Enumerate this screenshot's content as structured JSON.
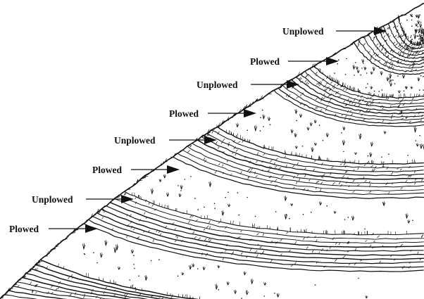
{
  "diagram": {
    "labels": [
      {
        "text": "Unplowed",
        "kind": "unplowed"
      },
      {
        "text": "Plowed",
        "kind": "plowed"
      },
      {
        "text": "Unplowed",
        "kind": "unplowed"
      },
      {
        "text": "Plowed",
        "kind": "plowed"
      },
      {
        "text": "Unplowed",
        "kind": "unplowed"
      },
      {
        "text": "Plowed",
        "kind": "plowed"
      },
      {
        "text": "Unplowed",
        "kind": "unplowed"
      },
      {
        "text": "Plowed",
        "kind": "plowed"
      }
    ],
    "colors": {
      "ink": "#111111",
      "paper": "#ffffff"
    }
  }
}
